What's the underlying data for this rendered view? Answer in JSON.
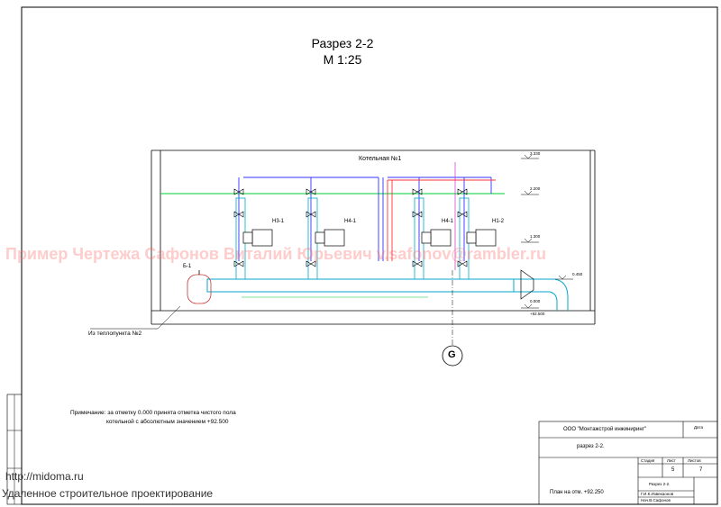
{
  "title": {
    "section": "Разрез 2-2",
    "scale": "М 1:25"
  },
  "room_label": "Котельная №1",
  "levels": [
    "3.330",
    "2.200",
    "1.300",
    "0.450",
    "0.000",
    "+92.500"
  ],
  "axis_label": "G",
  "equipment": [
    "Н3-1",
    "Н4-1",
    "Н4-1",
    "Н1-2",
    "Б-1"
  ],
  "from_label": "Из теплопункта №2",
  "note_line1": "Примечание: за отметку 0.000 принята отметка чистого пола",
  "note_line2": "котельной с абсолютным значением +92.500",
  "watermark": "Пример Чертежа Сафонов Виталий Юрьевич  v.safonov@rambler.ru",
  "site_url": "http://midoma.ru",
  "site_caption": "Удаленное строительное проектирование",
  "stamp": {
    "company": "ООО \"Монтажстрой инжиниринг\"",
    "sheet_title": "разрез 2-2.",
    "plan_label": "План на отм. +92.250",
    "date_header": "Дата",
    "stage_header": "Стадия",
    "sheet_header": "Лист",
    "sheets_header": "Листов",
    "sheet_no": "5",
    "sheets_total": "7",
    "row_label": "Разрез 2-2.",
    "person1": "Г.И.К.Извекаонов",
    "person2": "Нач.В.Сафонов"
  },
  "colors": {
    "supply": "#00cc33",
    "return": "#3333ff",
    "heat": "#ff3333",
    "watermark": "#ff8080"
  }
}
